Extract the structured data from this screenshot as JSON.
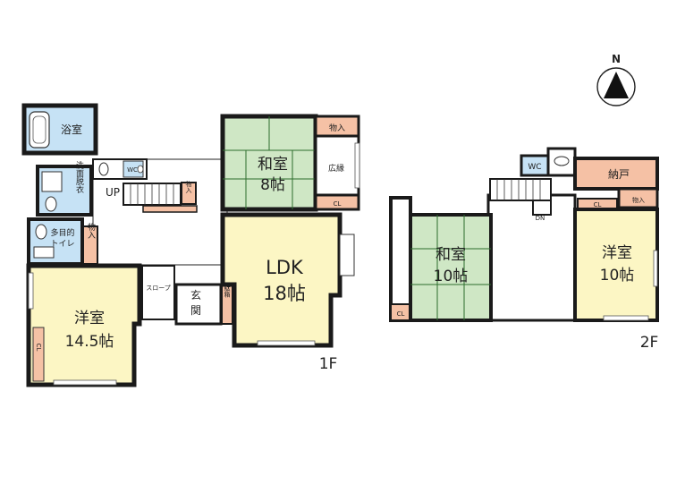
{
  "compass": {
    "letter": "N"
  },
  "floors": {
    "first": "1F",
    "second": "2F"
  },
  "colors": {
    "wall": "#1a1a1a",
    "western": "#fcf6c4",
    "japanese": "#cfe7c5",
    "bath": "#c6e2f5",
    "storage": "#f5c1a5",
    "corridor": "#ffffff",
    "window": "#ffffff"
  },
  "rooms_1f": {
    "bath": "浴室",
    "washroom": "洗面脱衣",
    "multi_toilet_1": "多目的",
    "multi_toilet_2": "トイレ",
    "closet_toilet": "物入",
    "wc": "WC",
    "up": "UP",
    "closet_stair": "物入",
    "western_name": "洋室",
    "western_size": "14.5帖",
    "western_cl": "CL",
    "slope": "スロープ",
    "entrance": "玄関",
    "shoe_box": "下駄箱",
    "japanese_name": "和室",
    "japanese_size": "8帖",
    "japanese_closet": "物入",
    "engawa": "広縁",
    "japanese_cl": "CL",
    "ldk_name": "LDK",
    "ldk_size": "18帖"
  },
  "rooms_2f": {
    "wc": "WC",
    "dn": "DN",
    "storeroom": "納戸",
    "storeroom_closet": "物入",
    "storeroom_cl": "CL",
    "japanese_name": "和室",
    "japanese_size": "10帖",
    "japanese_cl": "CL",
    "western_name": "洋室",
    "western_size": "10帖"
  }
}
